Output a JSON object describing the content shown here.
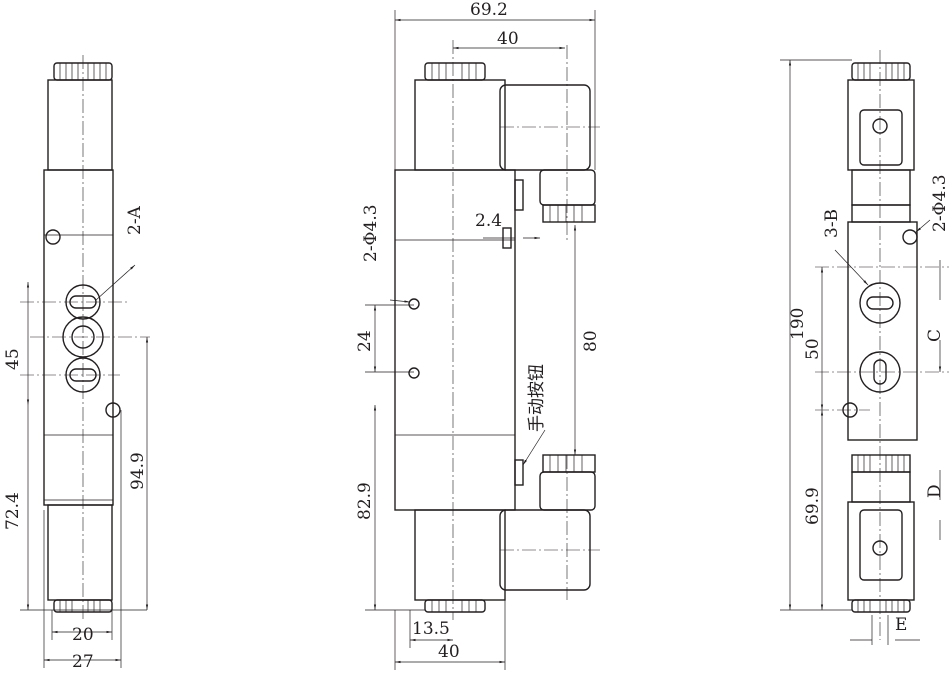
{
  "title": "",
  "left_view": {
    "port_label": "2-A",
    "dim_45": "45",
    "dim_72_4": "72.4",
    "dim_94_9": "94.9",
    "dim_20": "20",
    "dim_27": "27"
  },
  "front_view": {
    "dim_69_2": "69.2",
    "dim_40_top": "40",
    "dim_2_4": "2.4",
    "hole_label": "2-Φ4.3",
    "dim_24": "24",
    "dim_80": "80",
    "manual_button_label": "手动按钮",
    "dim_82_9": "82.9",
    "dim_13_5": "13.5",
    "dim_40_bottom": "40"
  },
  "right_view": {
    "port_label": "3-B",
    "hole_label": "2-Φ4.3",
    "dim_190": "190",
    "dim_50": "50",
    "label_c": "C",
    "dim_69_9": "69.9",
    "label_d": "D",
    "label_e": "E"
  }
}
